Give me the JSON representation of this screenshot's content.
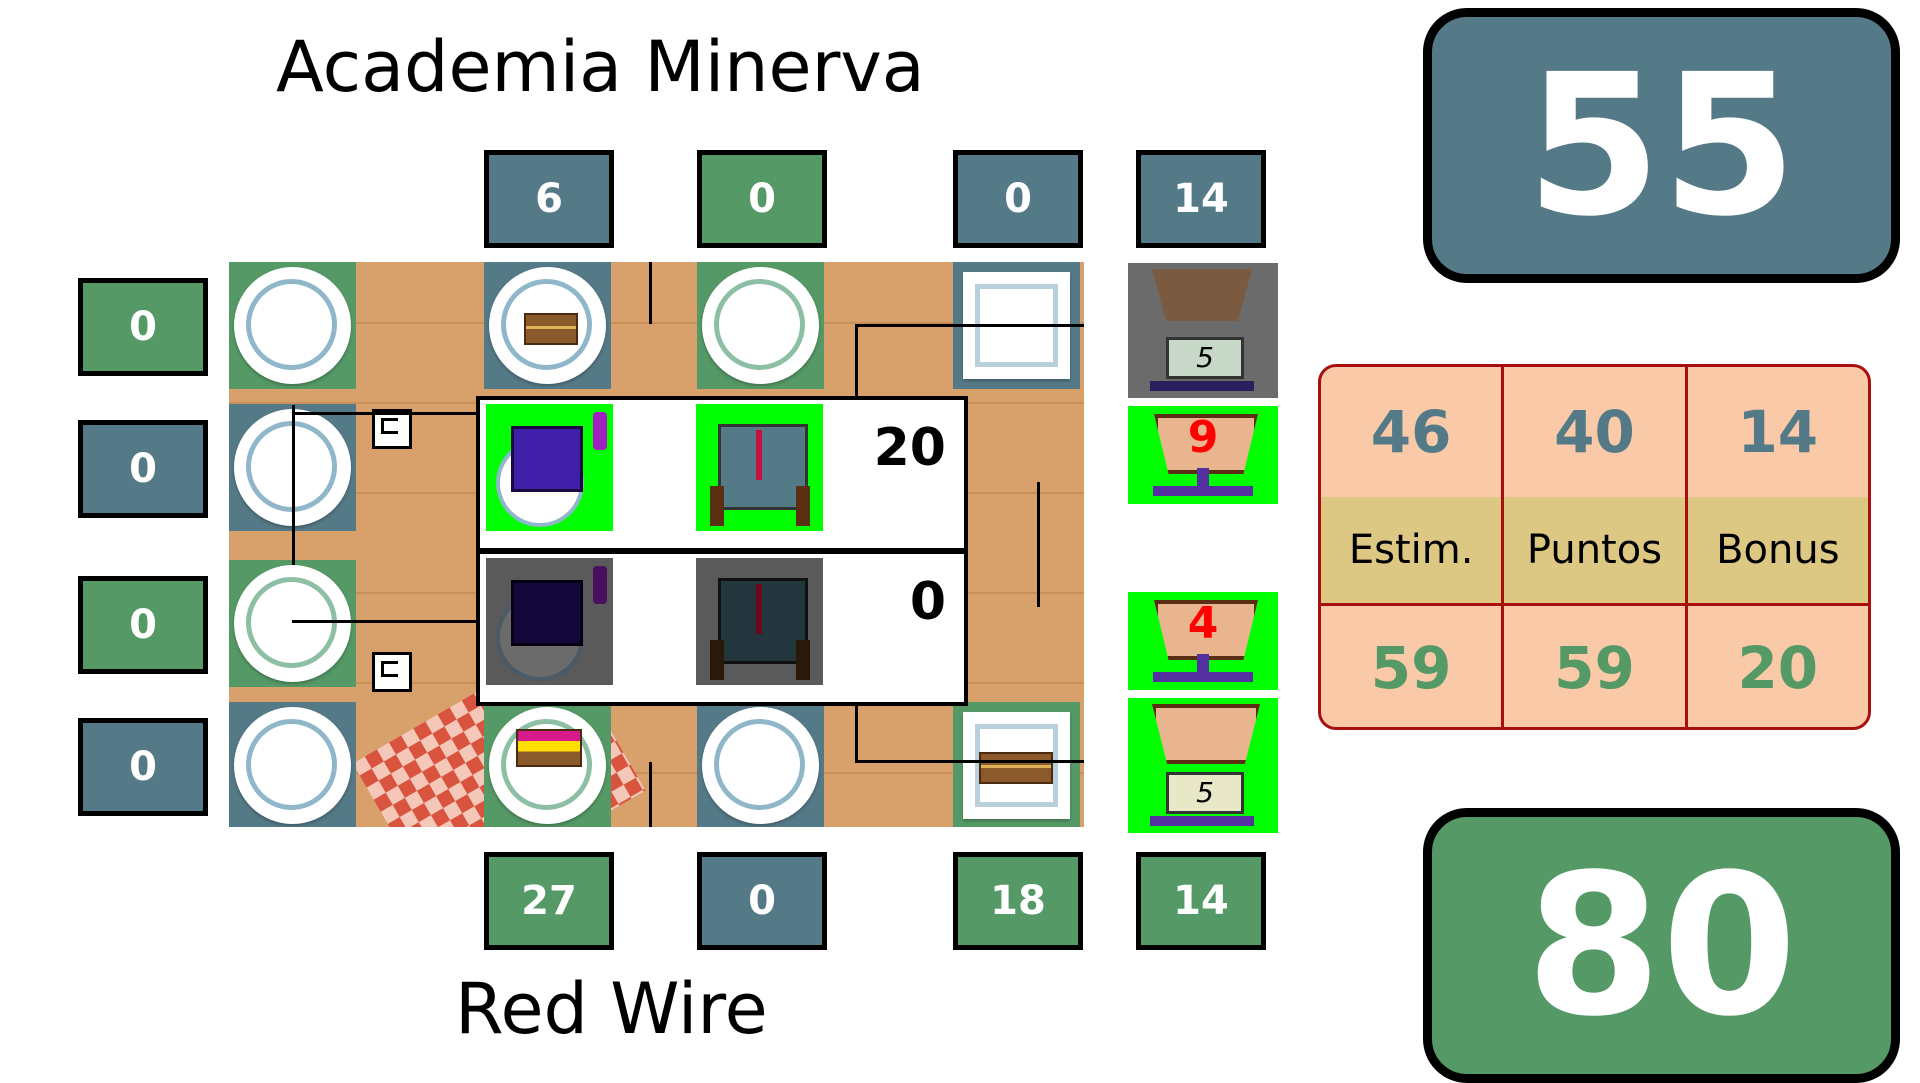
{
  "team_top": {
    "name": "Academia Minerva",
    "score": "55"
  },
  "team_bottom": {
    "name": "Red Wire",
    "score": "80"
  },
  "top_counters": [
    "6",
    "0",
    "0",
    "14"
  ],
  "bottom_counters": [
    "27",
    "0",
    "18",
    "14"
  ],
  "left_counters": [
    "0",
    "0",
    "0",
    "0"
  ],
  "robots": {
    "top_panel_value": "20",
    "bottom_panel_value": "0"
  },
  "scales": {
    "upper_basket": "9",
    "lower_basket": "4",
    "scale_display_top": "5",
    "scale_display_bottom": "5"
  },
  "stats": {
    "top": [
      "46",
      "40",
      "14"
    ],
    "labels": [
      "Estim.",
      "Puntos",
      "Bonus"
    ],
    "bottom": [
      "59",
      "59",
      "20"
    ]
  },
  "colors": {
    "blue_team": "#557a87",
    "green_team": "#559966",
    "highlight_green": "#00ff00",
    "stats_border": "#a81010"
  }
}
